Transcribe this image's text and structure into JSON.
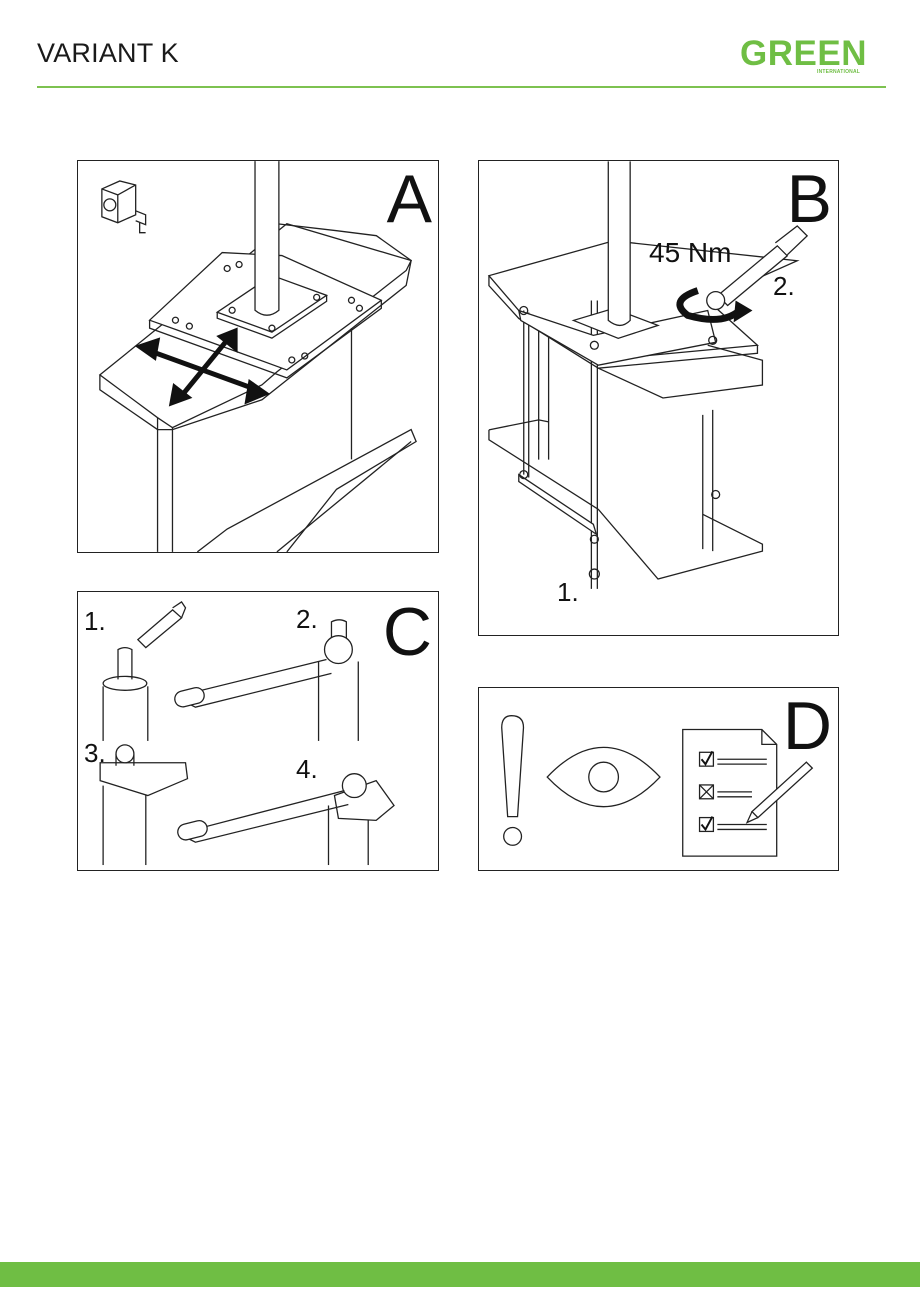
{
  "header": {
    "title": "VARIANT K",
    "logo": {
      "main": "GREEN",
      "sub": "INTERNATIONAL",
      "color": "#6fbe44"
    }
  },
  "panels": {
    "a": {
      "letter": "A",
      "icon": "tape-measure-icon"
    },
    "b": {
      "letter": "B",
      "torque": "45 Nm",
      "step1": "1.",
      "step2": "2."
    },
    "c": {
      "letter": "C",
      "step1": "1.",
      "step2": "2.",
      "step3": "3.",
      "step4": "4."
    },
    "d": {
      "letter": "D",
      "icons": [
        "exclamation-icon",
        "eye-icon",
        "checklist-icon",
        "pencil-icon"
      ]
    }
  },
  "colors": {
    "accent": "#6fbe44",
    "line": "#222222"
  }
}
